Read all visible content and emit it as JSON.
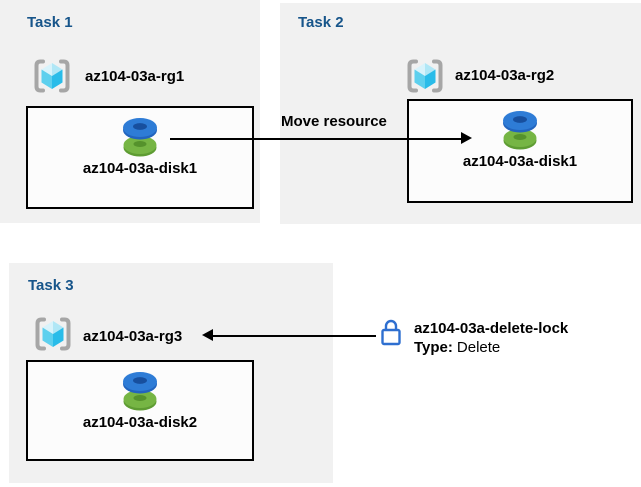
{
  "tasks": [
    {
      "title": "Task 1",
      "resource_group": "az104-03a-rg1",
      "resource": "az104-03a-disk1"
    },
    {
      "title": "Task 2",
      "resource_group": "az104-03a-rg2",
      "resource": "az104-03a-disk1"
    },
    {
      "title": "Task 3",
      "resource_group": "az104-03a-rg3",
      "resource": "az104-03a-disk2"
    }
  ],
  "move_arrow": {
    "label": "Move resource"
  },
  "delete_lock": {
    "name": "az104-03a-delete-lock",
    "type_label": "Type:",
    "type_value": "Delete"
  },
  "icons": {
    "resource_group": "azure-resource-group-icon",
    "disk": "azure-managed-disk-icon",
    "lock": "lock-icon"
  },
  "colors": {
    "panel_bg": "#f1f1f1",
    "box_bg": "#fcfcfc",
    "title_blue": "#17558a",
    "arrow_black": "#000000",
    "bracket_gray": "#a6a6a6",
    "cube_light": "#d8f3fb",
    "cube_mid": "#b0e7f6",
    "cube_left": "#5dd0ee",
    "cube_right": "#29bce9",
    "disk_blue": "#2e7cd6",
    "disk_blue_dark": "#2264be",
    "disk_blue_hole": "#174f9e",
    "disk_green": "#76b544",
    "disk_green_dark": "#5e9c33",
    "disk_green_hole": "#55922c",
    "lock_blue": "#2e6fd0"
  }
}
